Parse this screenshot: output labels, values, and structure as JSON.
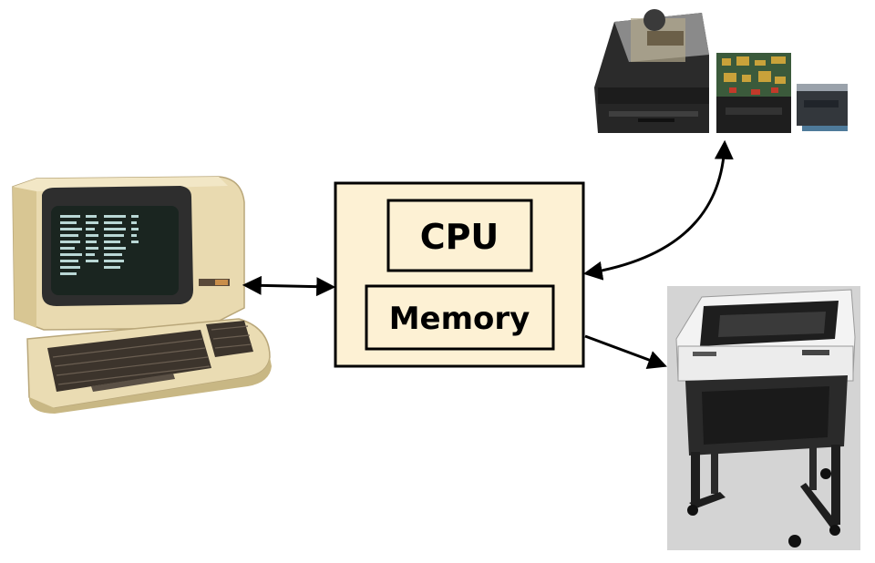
{
  "computer": {
    "cpu_label": "CPU",
    "memory_label": "Memory"
  },
  "devices": [
    {
      "id": "terminal",
      "icon": "video-terminal-icon"
    },
    {
      "id": "disk-drives",
      "icon": "floppy-disk-drives-icon"
    },
    {
      "id": "printer",
      "icon": "line-printer-icon"
    }
  ],
  "colors": {
    "box_fill": "#fdf1d4",
    "stroke": "#000000",
    "terminal_body": "#eee0b4",
    "printer_bg": "#d5d5d5"
  }
}
